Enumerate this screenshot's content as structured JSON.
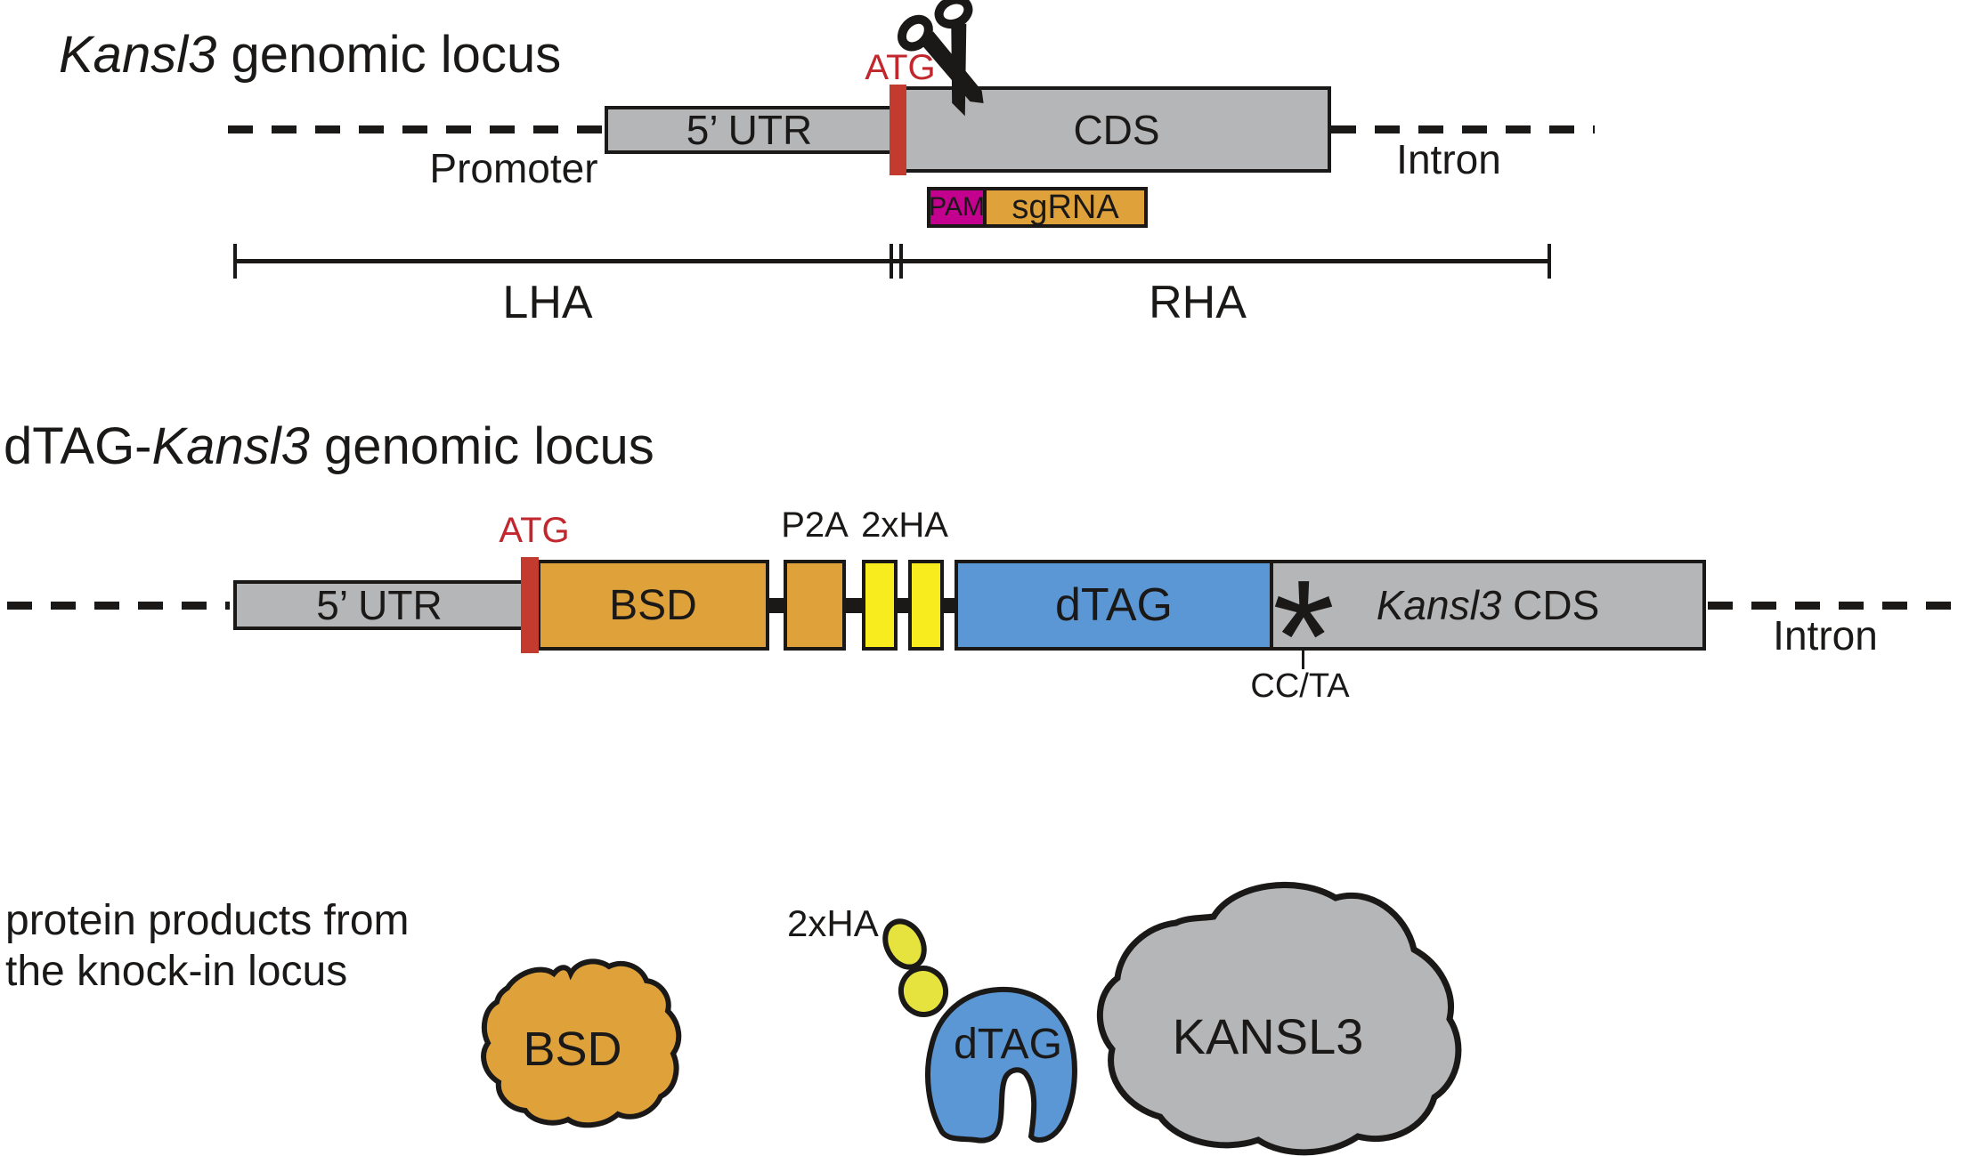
{
  "colors": {
    "background": "#ffffff",
    "ink": "#1b1918",
    "box_gray": "#b5b6b8",
    "orange": "#dfa23b",
    "magenta": "#c4008f",
    "yellow": "#f8ec1e",
    "yellow_blob": "#e7e33e",
    "blue": "#5b97d5",
    "red_bar": "#c33a2e",
    "red_text": "#c1272d"
  },
  "locus1": {
    "title_italic": "Kansl3",
    "title_rest": " genomic locus",
    "promoter_label": "Promoter",
    "utr_label": "5’ UTR",
    "atg_label": "ATG",
    "cds_label": "CDS",
    "intron_label": "Intron",
    "pam_label": "PAM",
    "sgrna_label": "sgRNA",
    "lha_label": "LHA",
    "rha_label": "RHA"
  },
  "locus2": {
    "title_prefix": "dTAG-",
    "title_italic": "Kansl3",
    "title_rest": " genomic locus",
    "utr_label": "5’ UTR",
    "atg_label": "ATG",
    "bsd_label": "BSD",
    "p2a_label": "P2A",
    "ha_label": "2xHA",
    "dtag_label": "dTAG",
    "stop_asterisk": "*",
    "cds_italic": "Kansl3",
    "cds_rest": " CDS",
    "mutation_label": "CC/TA",
    "intron_label": "Intron"
  },
  "proteins": {
    "caption_line1": "protein products from",
    "caption_line2": "the knock-in locus",
    "bsd_label": "BSD",
    "ha_label": "2xHA",
    "dtag_label": "dTAG",
    "kansl3_label": "KANSL3"
  }
}
